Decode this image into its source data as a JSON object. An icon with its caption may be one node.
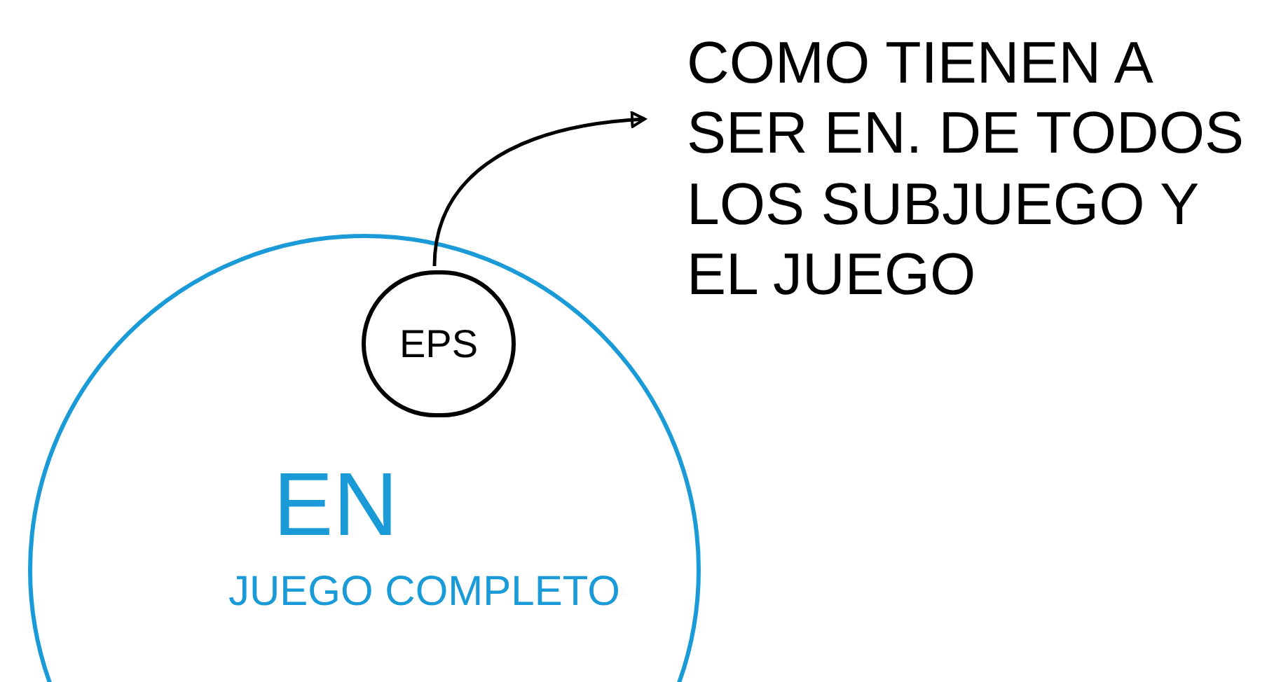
{
  "diagram": {
    "nodes": [
      {
        "text": [
          "EN",
          "JUEGO COMPLETO"
        ]
      },
      {
        "text": [
          "EPS"
        ],
        "in": 0
      },
      {
        "text": [
          "COMO TIENEN A SER EN. DE TODOS LOS SUBJUEGO Y EL JUEGO"
        ]
      }
    ],
    "edges": [
      {
        "from": 1,
        "to": 2,
        "arrow": "to"
      }
    ]
  }
}
